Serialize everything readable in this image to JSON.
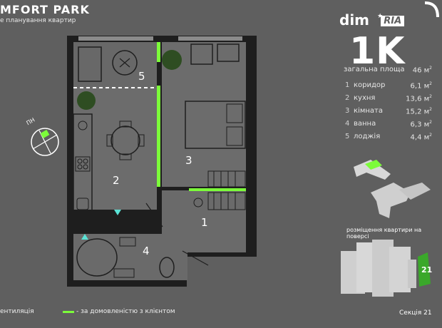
{
  "header": {
    "title": "MFORT PARK",
    "subtitle": "е планування квартир"
  },
  "logo": {
    "dim": "dim",
    "ria": "RIA"
  },
  "apartment": {
    "type": "1K"
  },
  "area": {
    "total_label": "загальна площа",
    "total_value": "46 м",
    "total_sup": "2"
  },
  "rooms": [
    {
      "num": "1",
      "name": "коридор",
      "value": "6,1 м",
      "sup": "2"
    },
    {
      "num": "2",
      "name": "кухня",
      "value": "13,6 м",
      "sup": "2"
    },
    {
      "num": "3",
      "name": "кімната",
      "value": "15,2 м",
      "sup": "2"
    },
    {
      "num": "4",
      "name": "ванна",
      "value": "6,3 м",
      "sup": "2"
    },
    {
      "num": "5",
      "name": "лоджія",
      "value": "4,4 м",
      "sup": "2"
    }
  ],
  "plan": {
    "room_labels": [
      "1",
      "2",
      "3",
      "4",
      "5"
    ],
    "compass": "ПН"
  },
  "floor": {
    "caption": "розміщення квартири на поверсі",
    "section_number": "21"
  },
  "section": {
    "label": "Секція 21"
  },
  "legend": {
    "ventilation": "ентиляція",
    "by_agreement": "- за домовленістю з клієнтом"
  },
  "colors": {
    "background": "#5f5f5f",
    "accent_green": "#7cfc3a",
    "wall": "#1e1e1e",
    "floor": "#6c6c6c",
    "ventilation_marker": "#5be3d6"
  }
}
